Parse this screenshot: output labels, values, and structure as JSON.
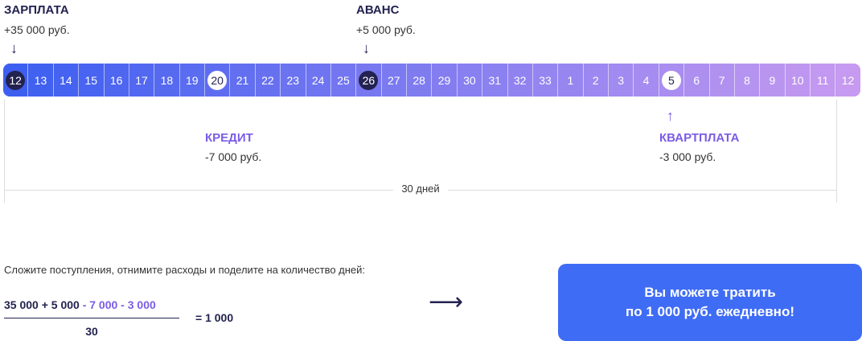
{
  "events": {
    "salary": {
      "title": "ЗАРПЛАТА",
      "amount": "+35 000 руб.",
      "arrow": "↓"
    },
    "advance": {
      "title": "АВАНС",
      "amount": "+5 000 руб.",
      "arrow": "↓"
    },
    "credit": {
      "title": "КРЕДИТ",
      "amount": "-7 000 руб."
    },
    "rent": {
      "title": "КВАРТПЛАТА",
      "amount": "-3 000 руб.",
      "arrow": "↑"
    }
  },
  "timeline": {
    "days": [
      "12",
      "13",
      "14",
      "15",
      "16",
      "17",
      "18",
      "19",
      "20",
      "21",
      "22",
      "23",
      "24",
      "25",
      "26",
      "27",
      "28",
      "29",
      "30",
      "31",
      "32",
      "33",
      "1",
      "2",
      "3",
      "4",
      "5",
      "6",
      "7",
      "8",
      "9",
      "10",
      "11",
      "12"
    ],
    "highlight_dark": [
      0,
      14
    ],
    "highlight_light": [
      8,
      26
    ],
    "gradient_start": "#3d5ff0",
    "gradient_end": "#c69af0",
    "span_label": "30 дней"
  },
  "calc": {
    "instruction": "Сложите поступления, отнимите расходы и поделите на количество дней:",
    "plus_part": "35 000 + 5 000",
    "minus_part": " - 7 000 - 3 000",
    "denominator": "30",
    "result": "= 1 000",
    "arrow": "⟶"
  },
  "cta": {
    "line1": "Вы можете тратить",
    "line2": "по 1 000 руб. ежедневно!"
  }
}
